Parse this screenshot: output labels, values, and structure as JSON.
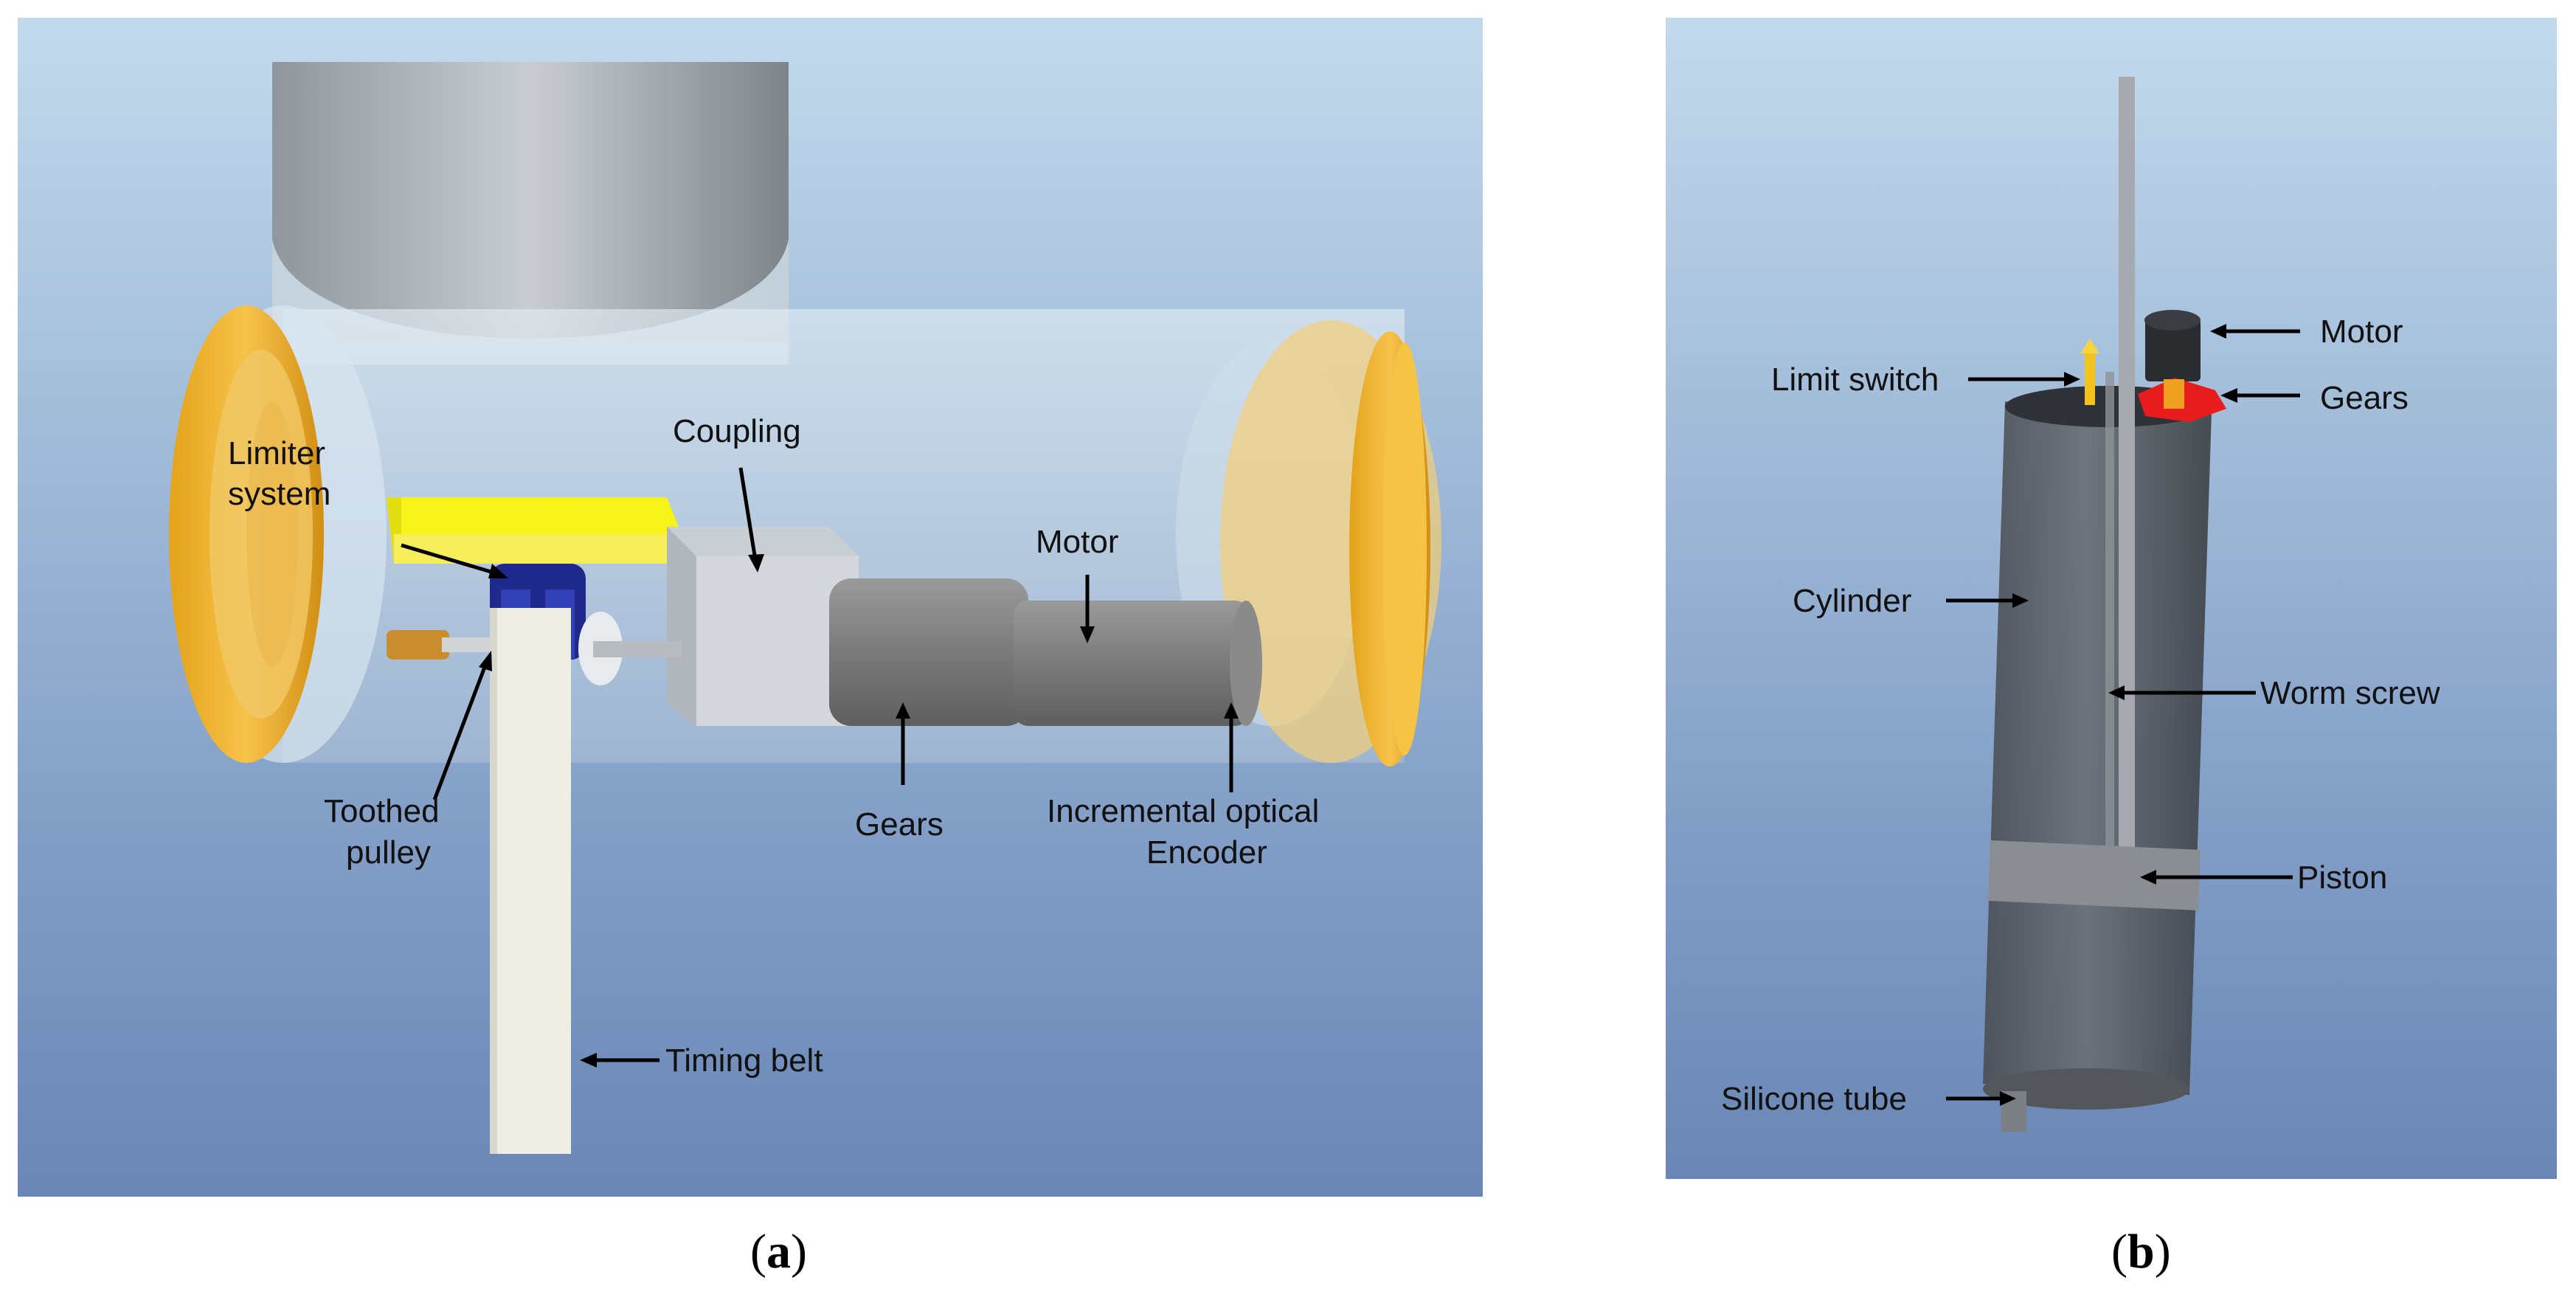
{
  "panel_a": {
    "labels": {
      "limiter_line1": "Limiter",
      "limiter_line2": "system",
      "coupling": "Coupling",
      "motor": "Motor",
      "toothed_line1": "Toothed",
      "toothed_line2": "pulley",
      "gears": "Gears",
      "encoder_line1": "Incremental optical",
      "encoder_line2": "Encoder",
      "timing_belt": "Timing belt"
    },
    "caption_open": "(",
    "caption_letter": "a",
    "caption_close": ")"
  },
  "panel_b": {
    "labels": {
      "motor": "Motor",
      "limit_switch": "Limit switch",
      "gears": "Gears",
      "cylinder": "Cylinder",
      "worm_screw": "Worm screw",
      "piston": "Piston",
      "silicone_tube": "Silicone tube"
    },
    "caption_open": "(",
    "caption_letter": "b",
    "caption_close": ")"
  },
  "colors": {
    "background_top": "#c3d9ec",
    "background_bottom": "#6a86b4",
    "flange_yellow": "#f2b526",
    "limiter_yellow": "#f7f21a",
    "pulley_blue": "#1f2a8c",
    "gear_red": "#e81c1c",
    "motor_grey": "#7c7c7c"
  }
}
